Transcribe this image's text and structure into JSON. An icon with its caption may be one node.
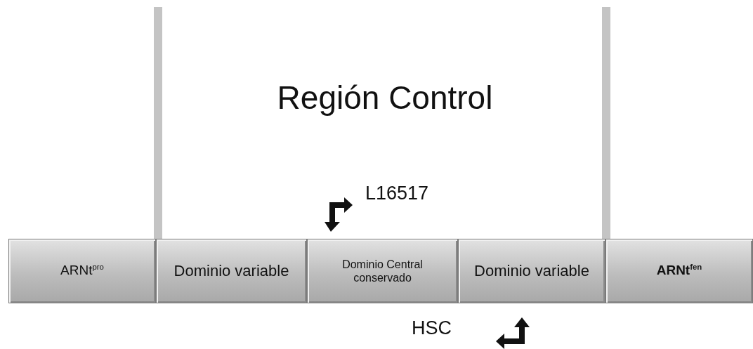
{
  "diagram": {
    "nodes": [
      {
        "text": [
          "ARNt$^{pro}$"
        ]
      },
      {
        "text": [
          "Dominio variable"
        ]
      },
      {
        "text": [
          "Dominio Central conservado"
        ]
      },
      {
        "text": [
          "Dominio variable"
        ]
      },
      {
        "text": [
          "ARNt$^{fen}$"
        ]
      }
    ],
    "labels": [
      "Región Control",
      "L16517",
      "HSC"
    ]
  }
}
